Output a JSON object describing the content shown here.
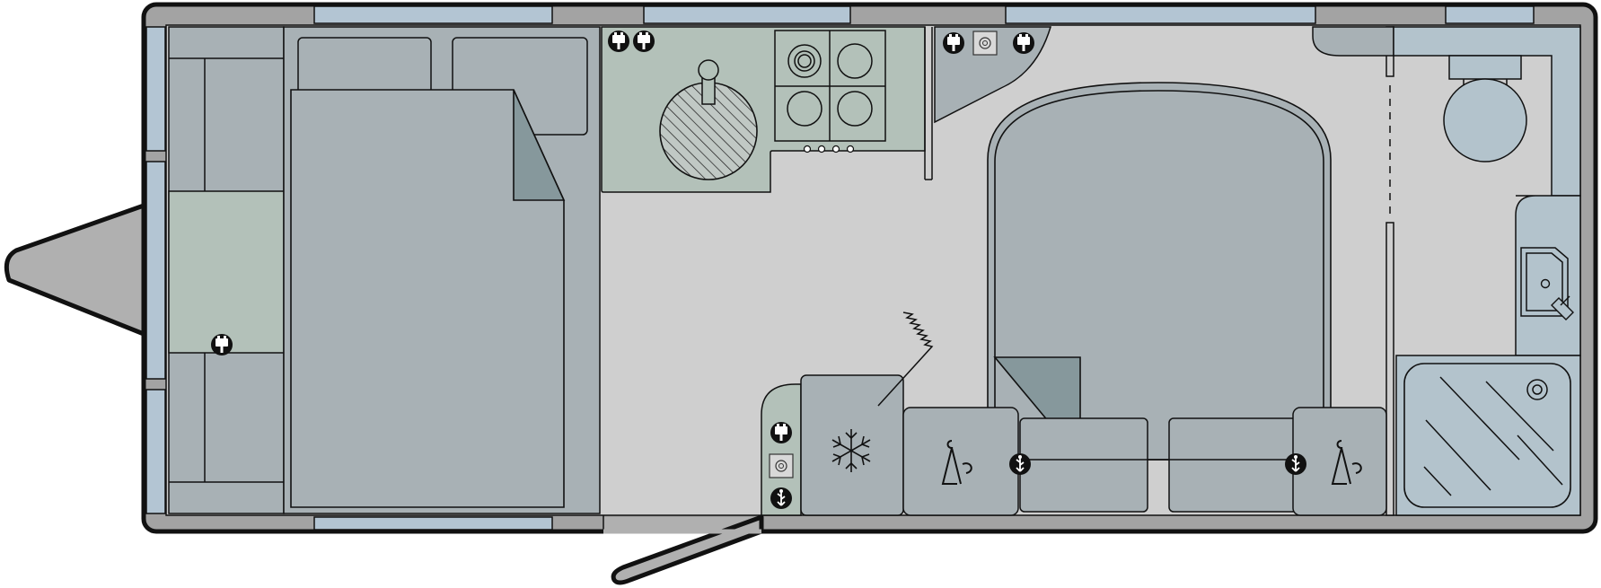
{
  "floorplan": {
    "colors": {
      "background": "#ffffff",
      "outline": "#111111",
      "body": "#a3a3a3",
      "floor": "#cfcfcf",
      "furniture": "#a8b1b5",
      "furniture_dark": "#86989c",
      "kitchen": "#b3c1b9",
      "window": "#b3c5d3",
      "washroom": "#b3c3cc",
      "drawbar": "#b0b0b0"
    },
    "icons": [
      "socket-icon",
      "usb-icon",
      "tv-point-icon",
      "snowflake-icon",
      "hanger-icon",
      "radiator-icon",
      "hob-icon",
      "table-icon",
      "basin-icon",
      "shower-icon",
      "toilet-icon"
    ],
    "rooms": {
      "front": "lounge-and-bed",
      "kitchen": "kitchen",
      "rear_bedroom": "island-bed",
      "washroom": "end-washroom"
    }
  }
}
